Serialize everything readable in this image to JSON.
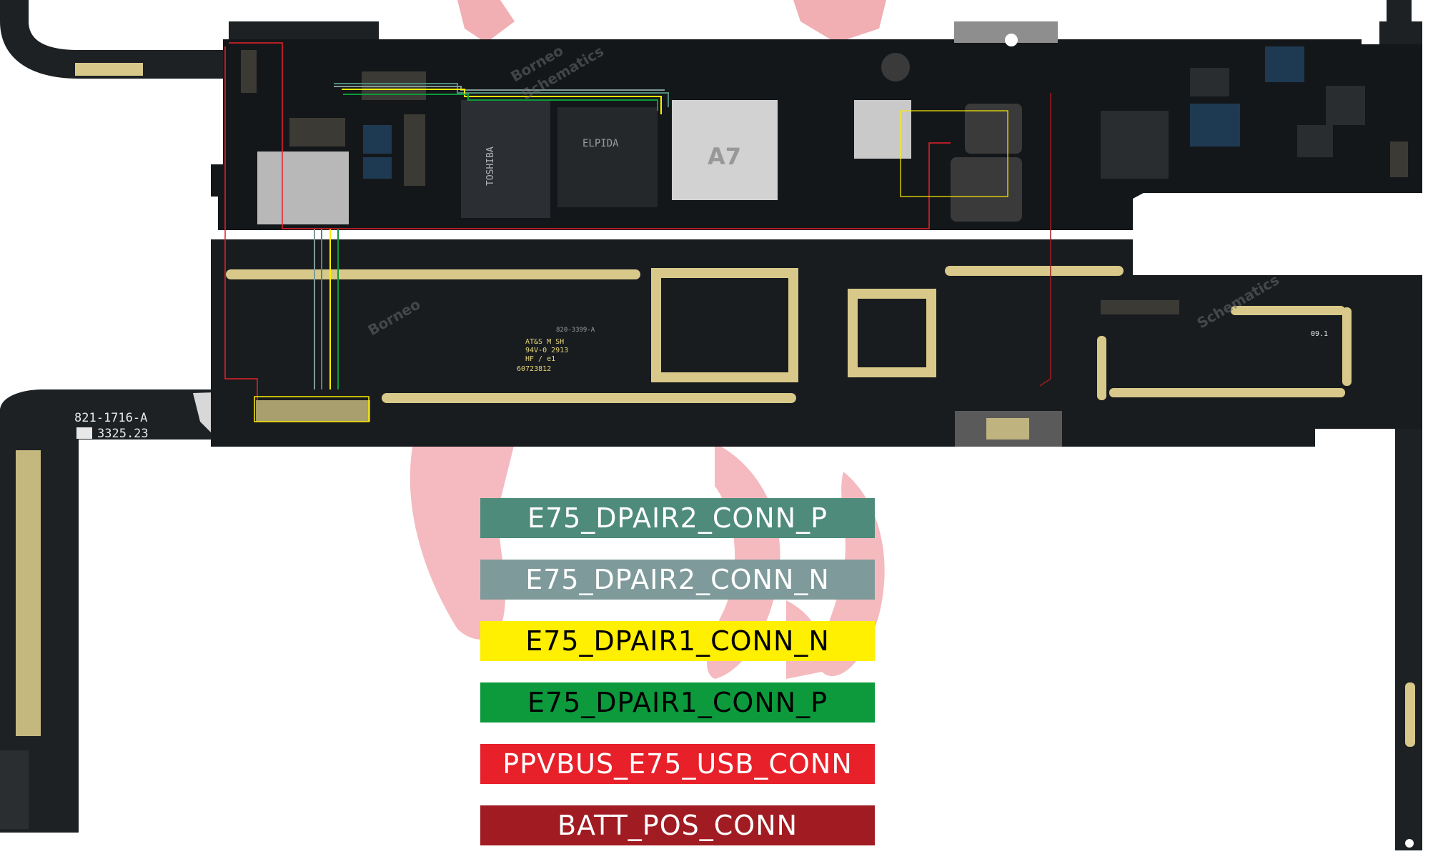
{
  "legend": [
    {
      "label": "E75_DPAIR2_CONN_P",
      "color": "#4e8b7a",
      "text_color": "#ffffff"
    },
    {
      "label": "E75_DPAIR2_CONN_N",
      "color": "#7f9a9a",
      "text_color": "#ffffff"
    },
    {
      "label": "E75_DPAIR1_CONN_N",
      "color": "#ffef00",
      "text_color": "#000000"
    },
    {
      "label": "E75_DPAIR1_CONN_P",
      "color": "#0c9a3c",
      "text_color": "#000000"
    },
    {
      "label": "PPVBUS_E75_USB_CONN",
      "color": "#e8202a",
      "text_color": "#ffffff"
    },
    {
      "label": "BATT_POS_CONN",
      "color": "#a01c22",
      "text_color": "#ffffff"
    }
  ],
  "silkscreen": {
    "flex_part": "821-1716-A",
    "flex_date": "3325.23",
    "cert_line1": "AT&S M SH",
    "cert_line2": "94V-0 2913",
    "cert_line3": "HF / e1",
    "cert_code": "60723812",
    "board_code": "820-3399-A",
    "rev": "09.1",
    "chip_toshiba": "TOSHIBA",
    "chip_elpida": "ELPIDA",
    "chip_a7": "A7"
  },
  "watermark": {
    "text1": "Borneo",
    "text2": "Schematics"
  },
  "colors": {
    "board": "#14171a",
    "flex": "#1d2124",
    "gold": "#d8c98a",
    "shield": "#b8b8b8",
    "logo_pink": "#f0a6ac"
  }
}
